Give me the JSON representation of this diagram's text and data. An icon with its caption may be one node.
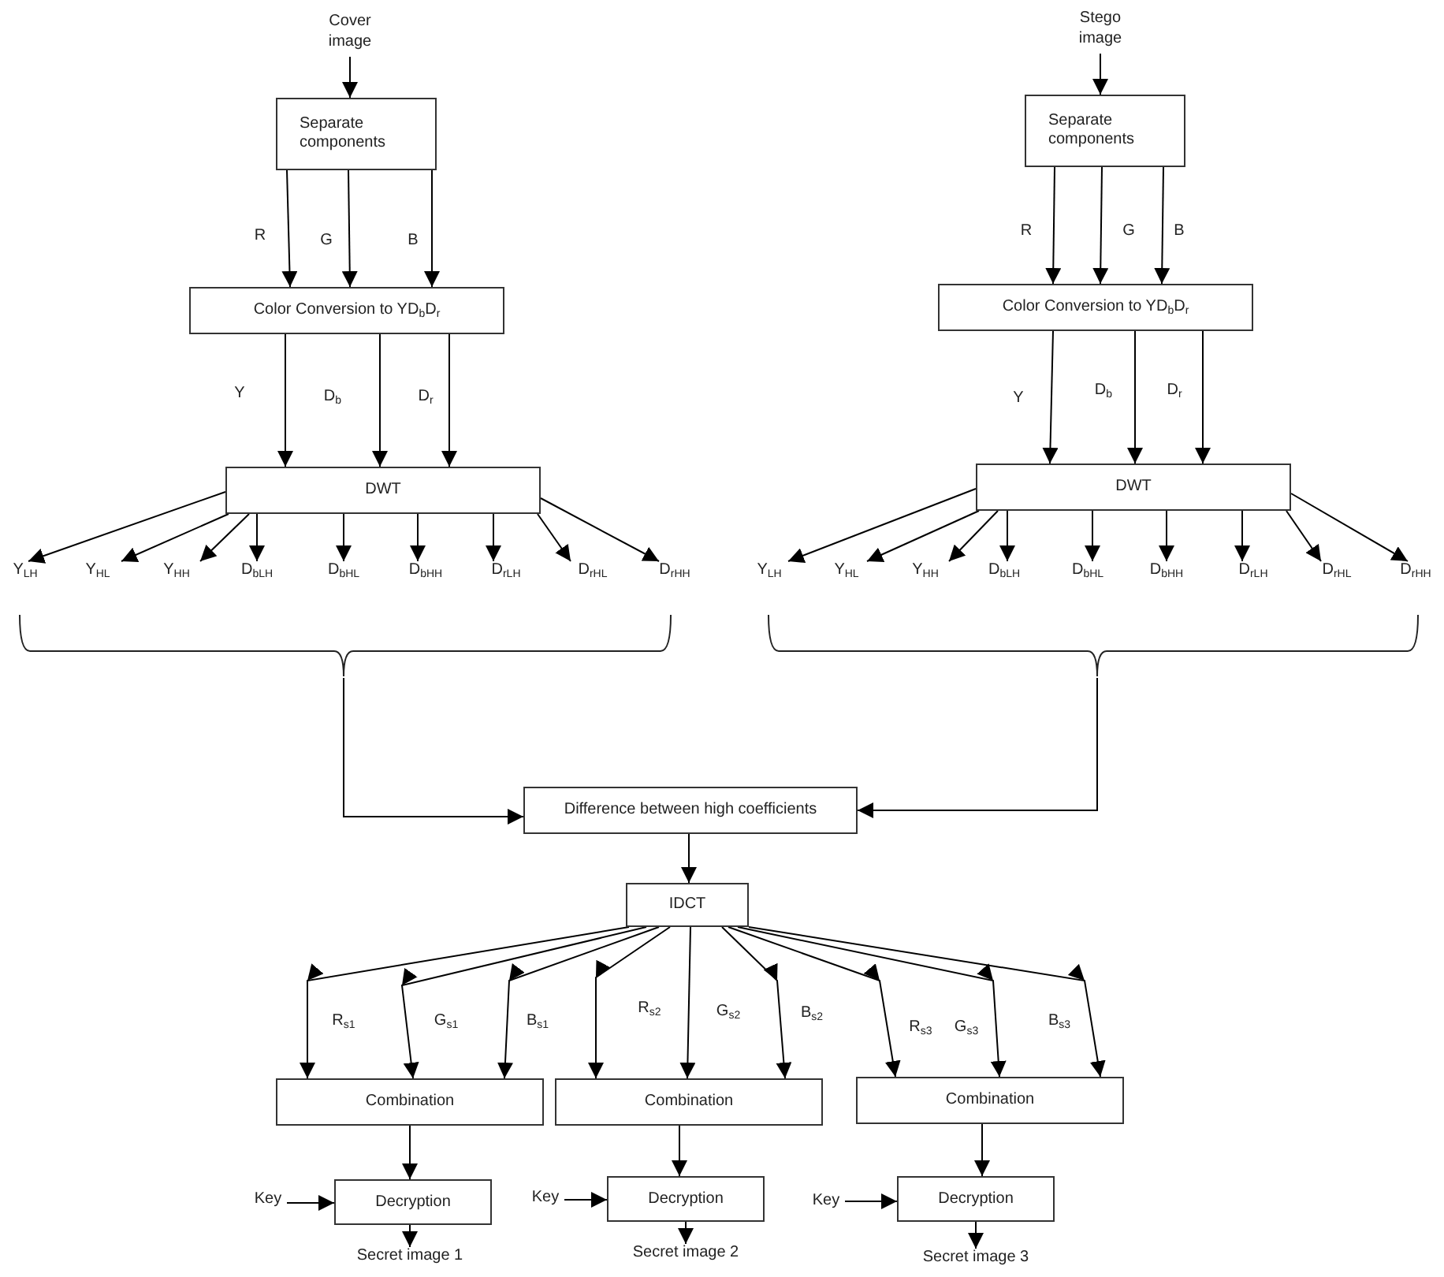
{
  "diagram": {
    "nodes": [
      {
        "text": [
          "Cover image"
        ]
      },
      {
        "text": [
          "Separate components"
        ]
      },
      {
        "text": [
          "Color Conversion to YD$_{b}$D$_{r}$"
        ]
      },
      {
        "text": [
          "DWT"
        ]
      },
      {
        "text": [
          "Y$_{LH}$"
        ]
      },
      {
        "text": [
          "Y$_{HL}$"
        ]
      },
      {
        "text": [
          "Y$_{HH}$"
        ]
      },
      {
        "text": [
          "D$_{bLH}$"
        ]
      },
      {
        "text": [
          "D$_{bHL}$"
        ]
      },
      {
        "text": [
          "D$_{bHH}$"
        ]
      },
      {
        "text": [
          "D$_{rLH}$"
        ]
      },
      {
        "text": [
          "D$_{rHL}$"
        ]
      },
      {
        "text": [
          "D$_{rHH}$"
        ]
      },
      {
        "text": [],
        "shape": "brace"
      },
      {
        "text": [
          "Stego image"
        ]
      },
      {
        "text": [
          "Separate components"
        ]
      },
      {
        "text": [
          "Color Conversion to YD$_{b}$D$_{r}$"
        ]
      },
      {
        "text": [
          "DWT"
        ]
      },
      {
        "text": [
          "Y$_{LH}$"
        ]
      },
      {
        "text": [
          "Y$_{HL}$"
        ]
      },
      {
        "text": [
          "Y$_{HH}$"
        ]
      },
      {
        "text": [
          "D$_{bLH}$"
        ]
      },
      {
        "text": [
          "D$_{bHL}$"
        ]
      },
      {
        "text": [
          "D$_{bHH}$"
        ]
      },
      {
        "text": [
          "D$_{rLH}$"
        ]
      },
      {
        "text": [
          "D$_{rHL}$"
        ]
      },
      {
        "text": [
          "D$_{rHH}$"
        ]
      },
      {
        "text": [],
        "shape": "brace"
      },
      {
        "text": [
          "Difference between high coefficients"
        ]
      },
      {
        "text": [
          "IDCT"
        ]
      },
      {
        "text": [
          "Combination"
        ]
      },
      {
        "text": [
          "Combination"
        ]
      },
      {
        "text": [
          "Combination"
        ]
      },
      {
        "text": [
          "Key"
        ]
      },
      {
        "text": [
          "Decryption"
        ]
      },
      {
        "text": [
          "Secret image 1"
        ]
      },
      {
        "text": [
          "Key"
        ]
      },
      {
        "text": [
          "Decryption"
        ]
      },
      {
        "text": [
          "Secret image 2"
        ]
      },
      {
        "text": [
          "Key"
        ]
      },
      {
        "text": [
          "Decryption"
        ]
      },
      {
        "text": [
          "Secret image 3"
        ]
      }
    ],
    "edges": [
      {
        "from": 0,
        "to": 1,
        "arrow": "to"
      },
      {
        "from": 1,
        "to": 2,
        "arrow": "to",
        "label": "R"
      },
      {
        "from": 1,
        "to": 2,
        "arrow": "to",
        "label": "G"
      },
      {
        "from": 1,
        "to": 2,
        "arrow": "to",
        "label": "B"
      },
      {
        "from": 2,
        "to": 3,
        "arrow": "to",
        "label": "Y"
      },
      {
        "from": 2,
        "to": 3,
        "arrow": "to",
        "label": "D$_{b}$"
      },
      {
        "from": 2,
        "to": 3,
        "arrow": "to",
        "label": "D$_{r}$"
      },
      {
        "from": 3,
        "to": 4,
        "arrow": "to"
      },
      {
        "from": 3,
        "to": 5,
        "arrow": "to"
      },
      {
        "from": 3,
        "to": 6,
        "arrow": "to"
      },
      {
        "from": 3,
        "to": 7,
        "arrow": "to"
      },
      {
        "from": 3,
        "to": 8,
        "arrow": "to"
      },
      {
        "from": 3,
        "to": 9,
        "arrow": "to"
      },
      {
        "from": 3,
        "to": 10,
        "arrow": "to"
      },
      {
        "from": 3,
        "to": 11,
        "arrow": "to"
      },
      {
        "from": 3,
        "to": 12,
        "arrow": "to"
      },
      {
        "from": 13,
        "to": 28,
        "arrow": "to"
      },
      {
        "from": 14,
        "to": 15,
        "arrow": "to"
      },
      {
        "from": 15,
        "to": 16,
        "arrow": "to",
        "label": "R"
      },
      {
        "from": 15,
        "to": 16,
        "arrow": "to",
        "label": "G"
      },
      {
        "from": 15,
        "to": 16,
        "arrow": "to",
        "label": "B"
      },
      {
        "from": 16,
        "to": 17,
        "arrow": "to",
        "label": "Y"
      },
      {
        "from": 16,
        "to": 17,
        "arrow": "to",
        "label": "D$_{b}$"
      },
      {
        "from": 16,
        "to": 17,
        "arrow": "to",
        "label": "D$_{r}$"
      },
      {
        "from": 17,
        "to": 18,
        "arrow": "to"
      },
      {
        "from": 17,
        "to": 19,
        "arrow": "to"
      },
      {
        "from": 17,
        "to": 20,
        "arrow": "to"
      },
      {
        "from": 17,
        "to": 21,
        "arrow": "to"
      },
      {
        "from": 17,
        "to": 22,
        "arrow": "to"
      },
      {
        "from": 17,
        "to": 23,
        "arrow": "to"
      },
      {
        "from": 17,
        "to": 24,
        "arrow": "to"
      },
      {
        "from": 17,
        "to": 25,
        "arrow": "to"
      },
      {
        "from": 17,
        "to": 26,
        "arrow": "to"
      },
      {
        "from": 27,
        "to": 28,
        "arrow": "to"
      },
      {
        "from": 28,
        "to": 29,
        "arrow": "to"
      },
      {
        "from": 29,
        "to": 30,
        "arrow": "to",
        "label": "R$_{s1}$"
      },
      {
        "from": 29,
        "to": 30,
        "arrow": "to",
        "label": "G$_{s1}$"
      },
      {
        "from": 29,
        "to": 30,
        "arrow": "to",
        "label": "B$_{s1}$"
      },
      {
        "from": 29,
        "to": 31,
        "arrow": "to",
        "label": "R$_{s2}$"
      },
      {
        "from": 29,
        "to": 31,
        "arrow": "to",
        "label": "G$_{s2}$"
      },
      {
        "from": 29,
        "to": 31,
        "arrow": "to",
        "label": "B$_{s2}$"
      },
      {
        "from": 29,
        "to": 32,
        "arrow": "to",
        "label": "R$_{s3}$"
      },
      {
        "from": 29,
        "to": 32,
        "arrow": "to",
        "label": "G$_{s3}$"
      },
      {
        "from": 29,
        "to": 32,
        "arrow": "to",
        "label": "B$_{s3}$"
      },
      {
        "from": 30,
        "to": 34,
        "arrow": "to"
      },
      {
        "from": 33,
        "to": 34,
        "arrow": "to"
      },
      {
        "from": 34,
        "to": 35,
        "arrow": "to"
      },
      {
        "from": 31,
        "to": 37,
        "arrow": "to"
      },
      {
        "from": 36,
        "to": 37,
        "arrow": "to"
      },
      {
        "from": 37,
        "to": 38,
        "arrow": "to"
      },
      {
        "from": 32,
        "to": 40,
        "arrow": "to"
      },
      {
        "from": 39,
        "to": 40,
        "arrow": "to"
      },
      {
        "from": 40,
        "to": 41,
        "arrow": "to"
      }
    ]
  }
}
